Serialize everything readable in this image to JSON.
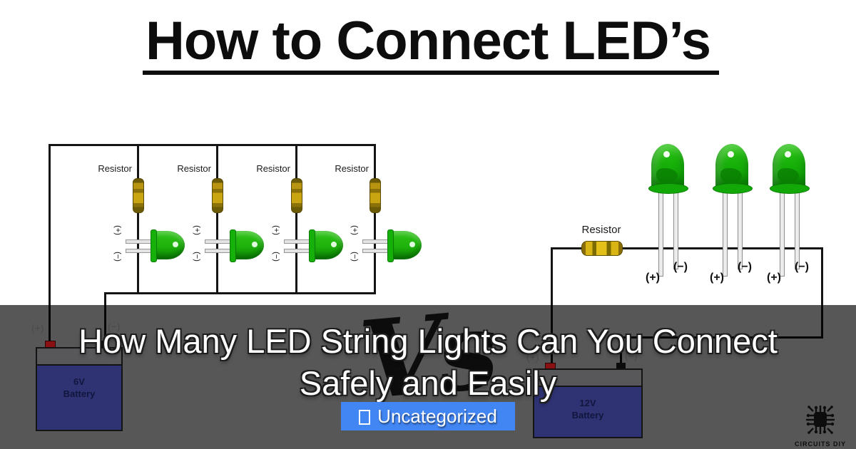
{
  "page": {
    "title": "How to Connect LED’s"
  },
  "caption": {
    "line1": "How Many LED String Lights Can You Connect",
    "line2": "Safely and Easily",
    "category": {
      "label": "Uncategorized"
    }
  },
  "vs_label": "Vs",
  "symbols": {
    "plus": "(+)",
    "minus": "(−)"
  },
  "left_circuit": {
    "branches": [
      {
        "resistor_label": "Resistor"
      },
      {
        "resistor_label": "Resistor"
      },
      {
        "resistor_label": "Resistor"
      },
      {
        "resistor_label": "Resistor"
      }
    ],
    "battery": {
      "voltage": "6V",
      "label": "Battery"
    }
  },
  "right_circuit": {
    "resistor_label": "Resistor",
    "led_count": 3,
    "battery": {
      "voltage": "12V",
      "label": "Battery"
    }
  },
  "logo": {
    "text": "CIRCUITS DIY"
  },
  "colors": {
    "accent_blue": "#4286f4",
    "led_green": "#1eb20c",
    "resistor_gold": "#c9a512",
    "battery_navy": "#2f3374",
    "wire_black": "#141414",
    "title_black": "#0d0d0d",
    "text_white": "#ffffff",
    "overlay": "rgba(0,0,0,0.66)"
  }
}
